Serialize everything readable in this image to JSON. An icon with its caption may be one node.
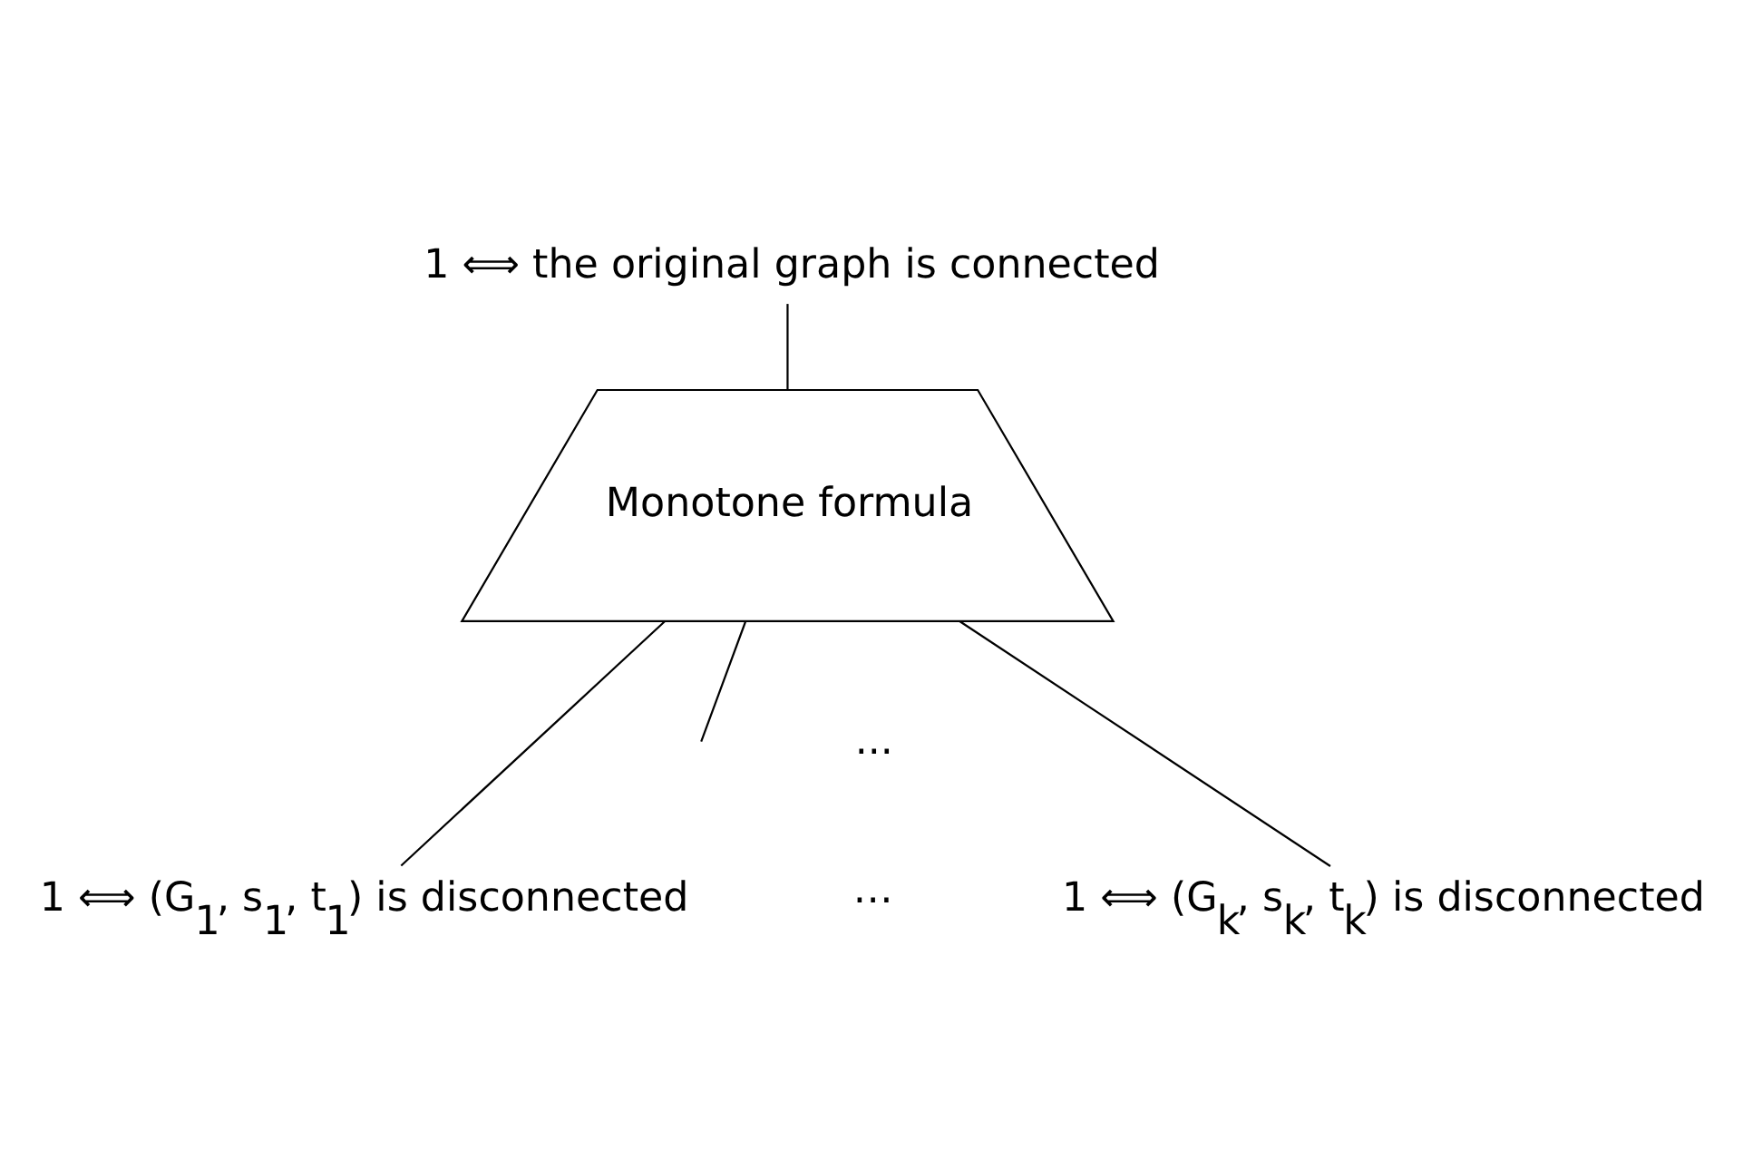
{
  "diagram": {
    "nodes": [
      {
        "text": [
          "1 ⟺ the original graph is connected"
        ]
      },
      {
        "text": [
          "Monotone formula"
        ]
      },
      {
        "text": [
          "1 ⟺ (G$_{1}$, s$_{1}$, t$_{1}$) is disconnected"
        ]
      },
      {
        "text": [
          "1 ⟺ (G$_{k}$, s$_{k}$, t$_{k}$) is disconnected"
        ]
      }
    ],
    "edges": [
      {
        "from": 0,
        "to": 1,
        "arrow": "none"
      },
      {
        "from": 1,
        "to": 2,
        "arrow": "none"
      },
      {
        "from": 1,
        "to": null,
        "arrow": "none"
      },
      {
        "from": 1,
        "to": 3,
        "arrow": "none"
      }
    ],
    "labels": [
      "...",
      "⋯"
    ]
  }
}
